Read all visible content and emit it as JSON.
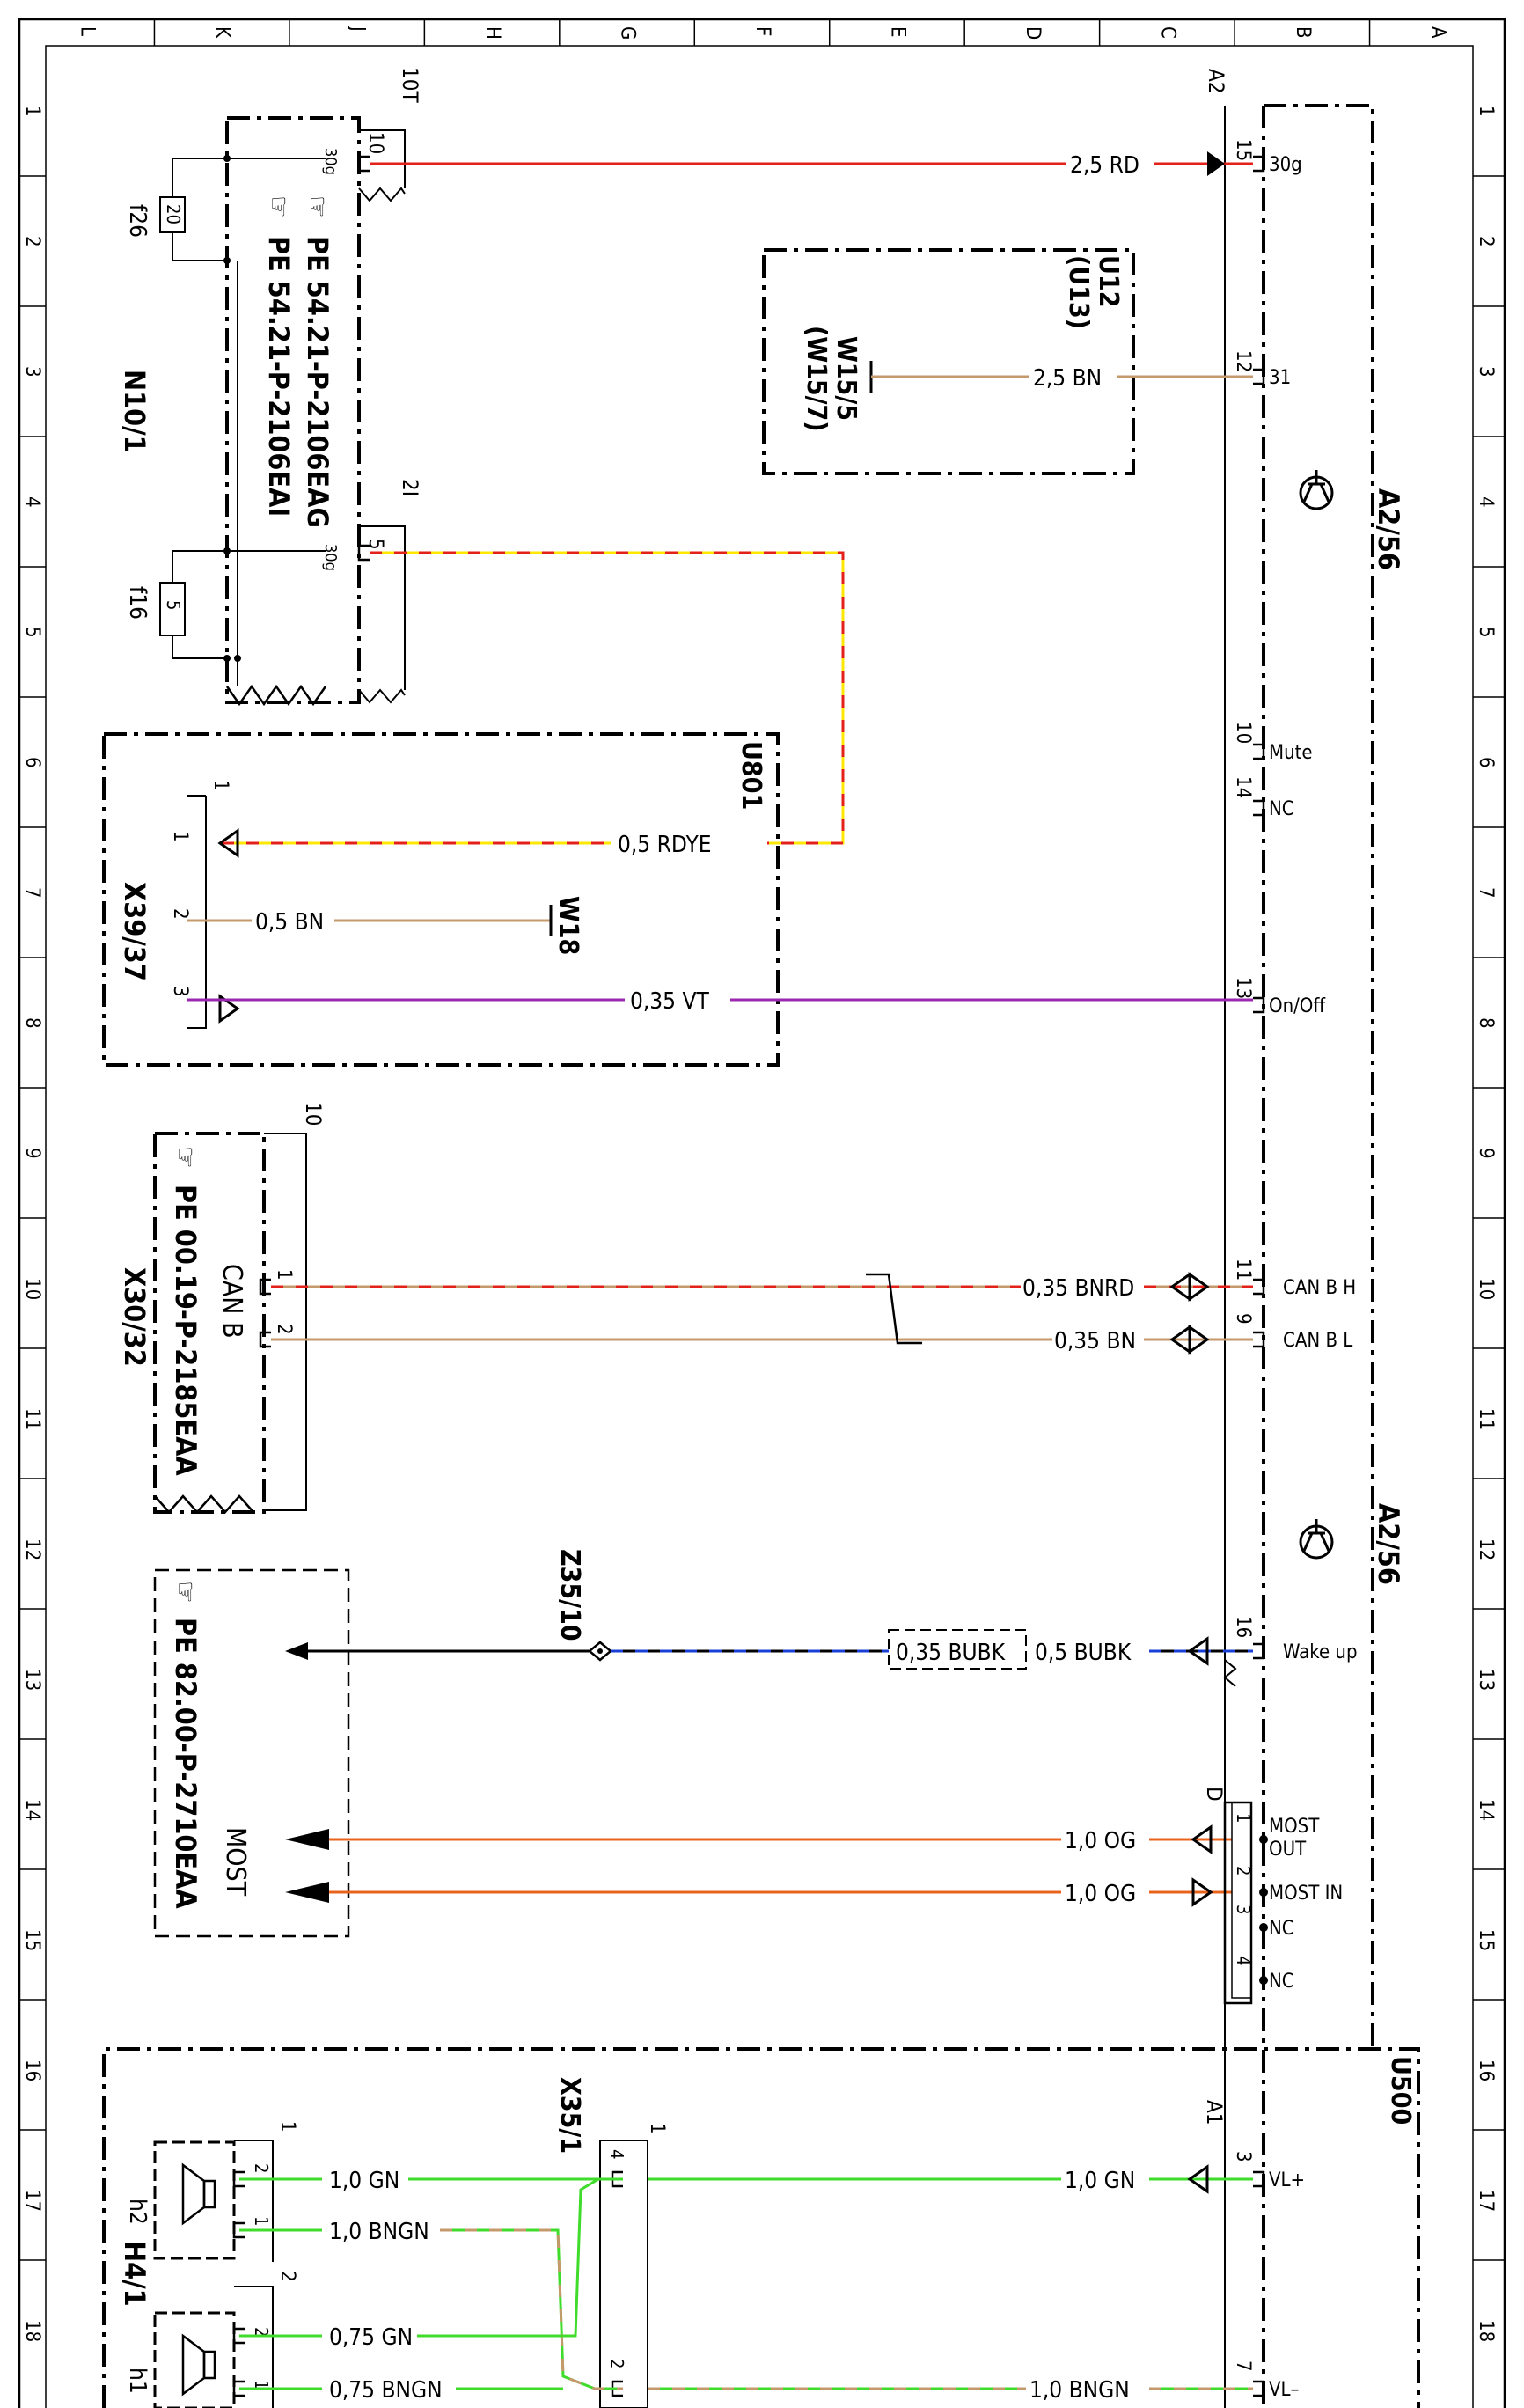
{
  "border": {
    "columns": [
      "A",
      "B",
      "C",
      "D",
      "E",
      "F",
      "G",
      "H",
      "J",
      "K",
      "L"
    ],
    "rows": [
      "1",
      "2",
      "3",
      "4",
      "5",
      "6",
      "7",
      "8",
      "9",
      "10",
      "11",
      "12",
      "13",
      "14",
      "15",
      "16",
      "17",
      "18"
    ]
  },
  "components": {
    "a2": "A2",
    "a2_56": "A2/56",
    "n10_1": "N10/1",
    "n10_1_ref1": "PE 54.21-P-2106EAG",
    "n10_1_ref2": "PE 54.21-P-2106EAI",
    "conn_10t": "10T",
    "conn_2i": "2I",
    "fuse_f26": "f26",
    "fuse_f26_val": "20",
    "fuse_f16": "f16",
    "fuse_f16_val": "5",
    "u12": "U12",
    "u13": "(U13)",
    "w15_5": "W15/5",
    "w15_7": "(W15/7)",
    "u801": "U801",
    "x39_37": "X39/37",
    "w18": "W18",
    "x30_32": "X30/32",
    "x30_32_ref": "PE 00.19-P-2185EAA",
    "can_b": "CAN B",
    "conn_10": "10",
    "z35_10": "Z35/10",
    "most_ref": "PE 82.00-P-2710EAA",
    "most": "MOST",
    "d": "D",
    "u500": "U500",
    "a1": "A1",
    "x35_1": "X35/1",
    "h4_1": "H4/1",
    "h2": "h2",
    "h1": "h1"
  },
  "pins": {
    "p30g": "30g",
    "p31": "31",
    "mute": "Mute",
    "nc": "NC",
    "on_off": "On/Off",
    "can_b_h": "CAN B H",
    "can_b_l": "CAN B L",
    "wake_up": "Wake up",
    "most_out_1": "MOST",
    "most_out_2": "OUT",
    "most_in": "MOST IN",
    "vl_plus": "VL+",
    "vl_minus": "VL–"
  },
  "pin_numbers": {
    "n15": "15",
    "n12": "12",
    "n10": "10",
    "n14": "14",
    "n13": "13",
    "n11": "11",
    "n9": "9",
    "n16": "16",
    "n1": "1",
    "n2": "2",
    "n3": "3",
    "n4": "4",
    "n7": "7",
    "n5": "5",
    "n20": "20"
  },
  "wires": {
    "w_rd": "2,5 RD",
    "w_bn25": "2,5 BN",
    "w_rdye": "0,5 RDYE",
    "w_bn05": "0,5 BN",
    "w_vt": "0,35 VT",
    "w_bnrd": "0,35 BNRD",
    "w_bn035": "0,35 BN",
    "w_bubk035": "0,35 BUBK",
    "w_bubk05": "0,5 BUBK",
    "w_og": "1,0 OG",
    "w_gn10": "1,0 GN",
    "w_bngn10": "1,0 BNGN",
    "w_gn075": "0,75 GN",
    "w_bngn075": "0,75 BNGN"
  },
  "colors": {
    "rd": "#e32119",
    "bn": "#c49a6c",
    "ye": "#ffe800",
    "vt": "#9b27b0",
    "bu": "#1a3fd6",
    "og": "#e8641c",
    "gn": "#3fdc2b"
  }
}
